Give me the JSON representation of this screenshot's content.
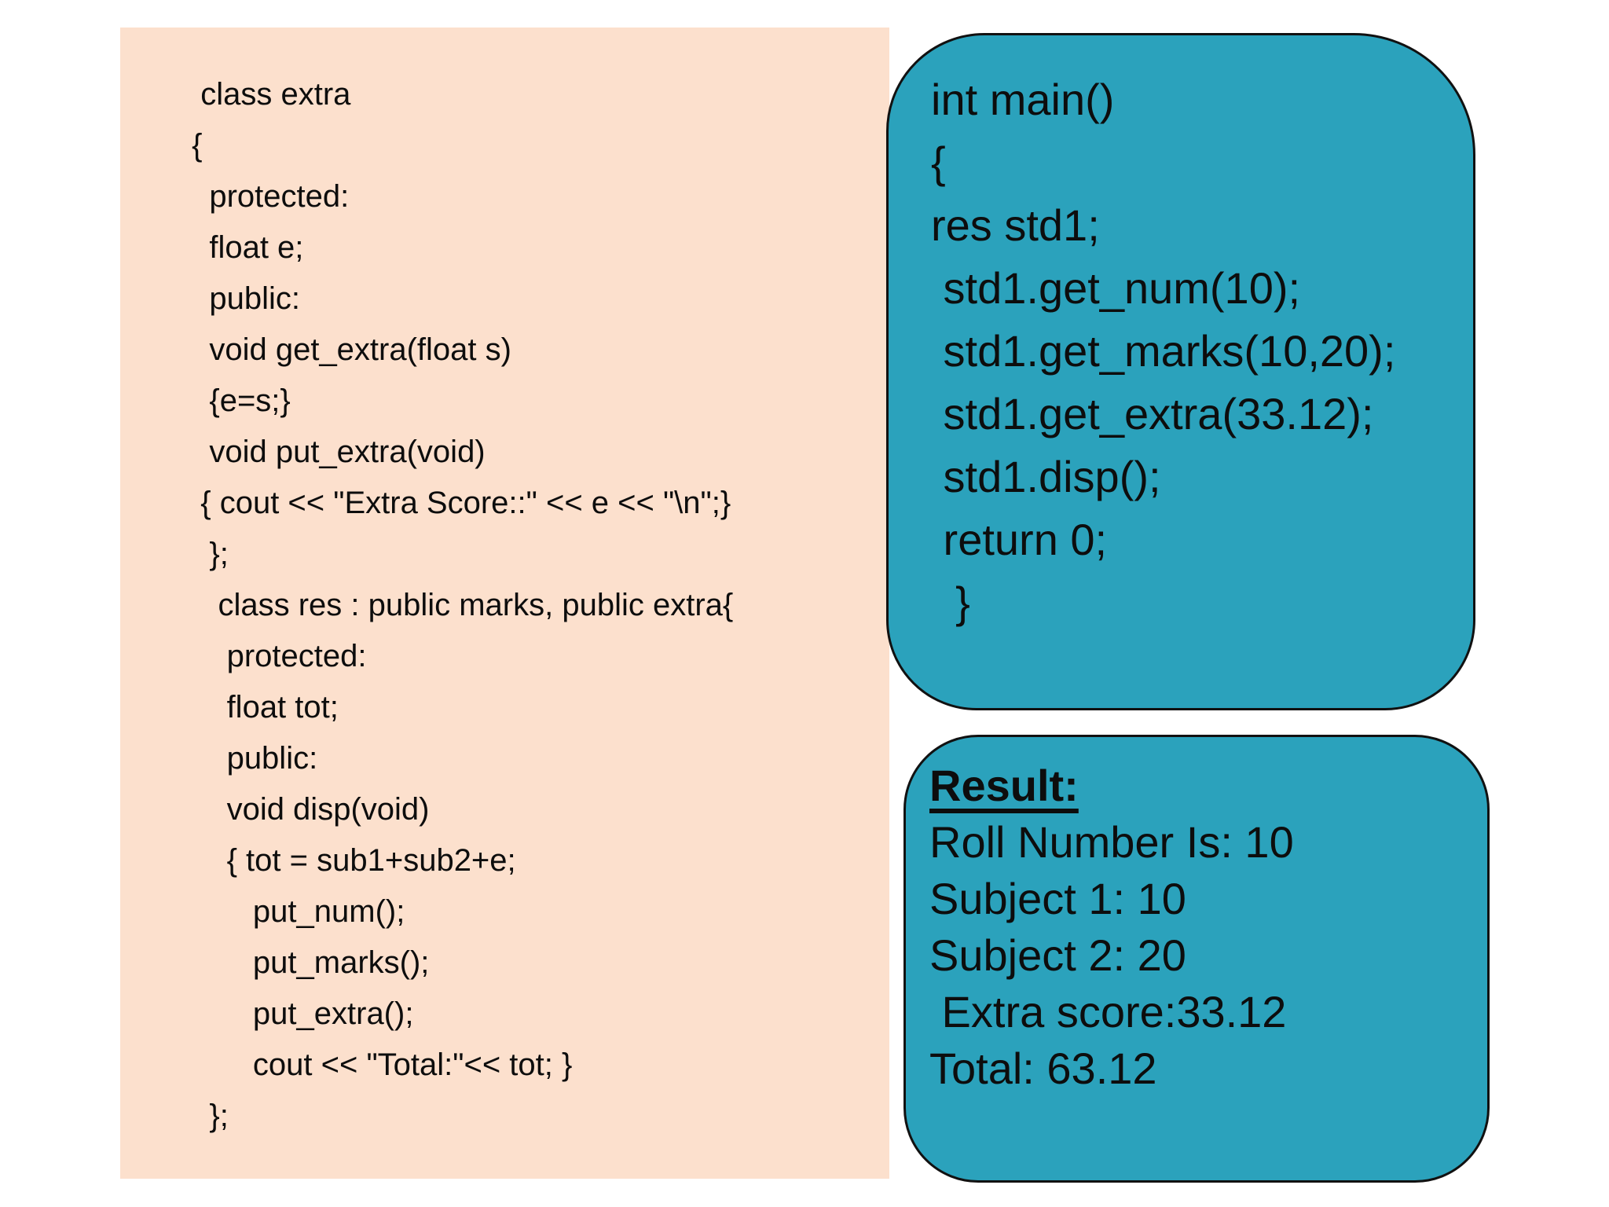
{
  "colors": {
    "canvas_bg": "#ffffff",
    "code_panel_bg": "#fce0cd",
    "teal_panel_bg": "#2ba2bc",
    "panel_outline": "#111111",
    "text": "#0d0d0d"
  },
  "code_panel": {
    "lines": [
      "  class extra",
      " {",
      "   protected:",
      "   float e;",
      "   public:",
      "   void get_extra(float s)",
      "   {e=s;}",
      "   void put_extra(void)",
      "  { cout << \"Extra Score::\" << e << \"\\n\";}",
      "   };",
      "    class res : public marks, public extra{",
      "     protected:",
      "     float tot;",
      "     public:",
      "     void disp(void)",
      "     { tot = sub1+sub2+e;",
      "        put_num();",
      "        put_marks();",
      "        put_extra();",
      "        cout << \"Total:\"<< tot; }",
      "   };"
    ]
  },
  "main_panel": {
    "lines": [
      "int main()",
      "{",
      "res std1;",
      " std1.get_num(10);",
      " std1.get_marks(10,20);",
      " std1.get_extra(33.12);",
      " std1.disp();",
      " return 0;",
      "  }"
    ]
  },
  "result_panel": {
    "title": "Result:",
    "lines": [
      "Roll Number Is: 10",
      "Subject 1: 10",
      "Subject 2: 20",
      " Extra score:33.12",
      "Total: 63.12"
    ]
  }
}
